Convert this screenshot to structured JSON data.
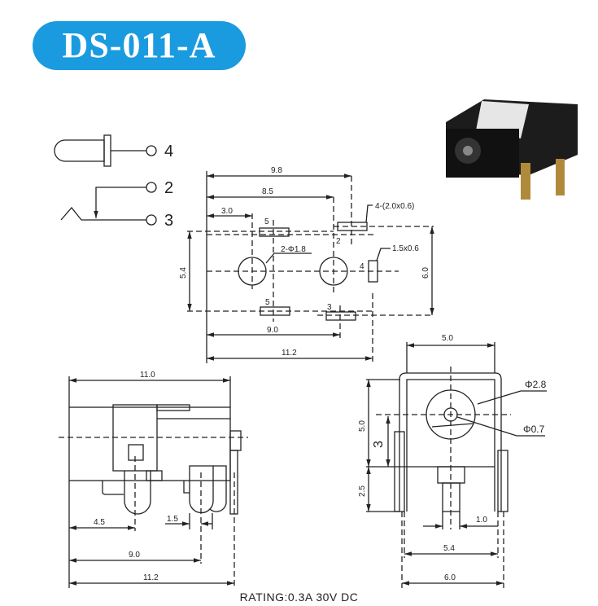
{
  "title": "DS-011-A",
  "schematic": {
    "pins": [
      "4",
      "2",
      "3"
    ]
  },
  "footprint": {
    "dims": [
      "9.8",
      "8.5",
      "3.0",
      "5.4",
      "6.0",
      "9.0",
      "11.2"
    ],
    "callouts": [
      "4-(2.0x0.6)",
      "2-Φ1.8",
      "1.5x0.6"
    ],
    "pad_labels": [
      "5",
      "2",
      "4",
      "5",
      "3"
    ]
  },
  "side_view": {
    "dims": [
      "11.0",
      "4.5",
      "1.5",
      "9.0",
      "11.2"
    ]
  },
  "front_view": {
    "dims": [
      "5.0",
      "5.0",
      "3",
      "2.5",
      "1.0",
      "5.4",
      "6.0"
    ],
    "callouts": [
      "Φ2.8",
      "Φ0.7"
    ]
  },
  "rating": "RATING:0.3A 30V DC",
  "colors": {
    "title_bg": "#1a9be0",
    "title_text": "#ffffff"
  }
}
